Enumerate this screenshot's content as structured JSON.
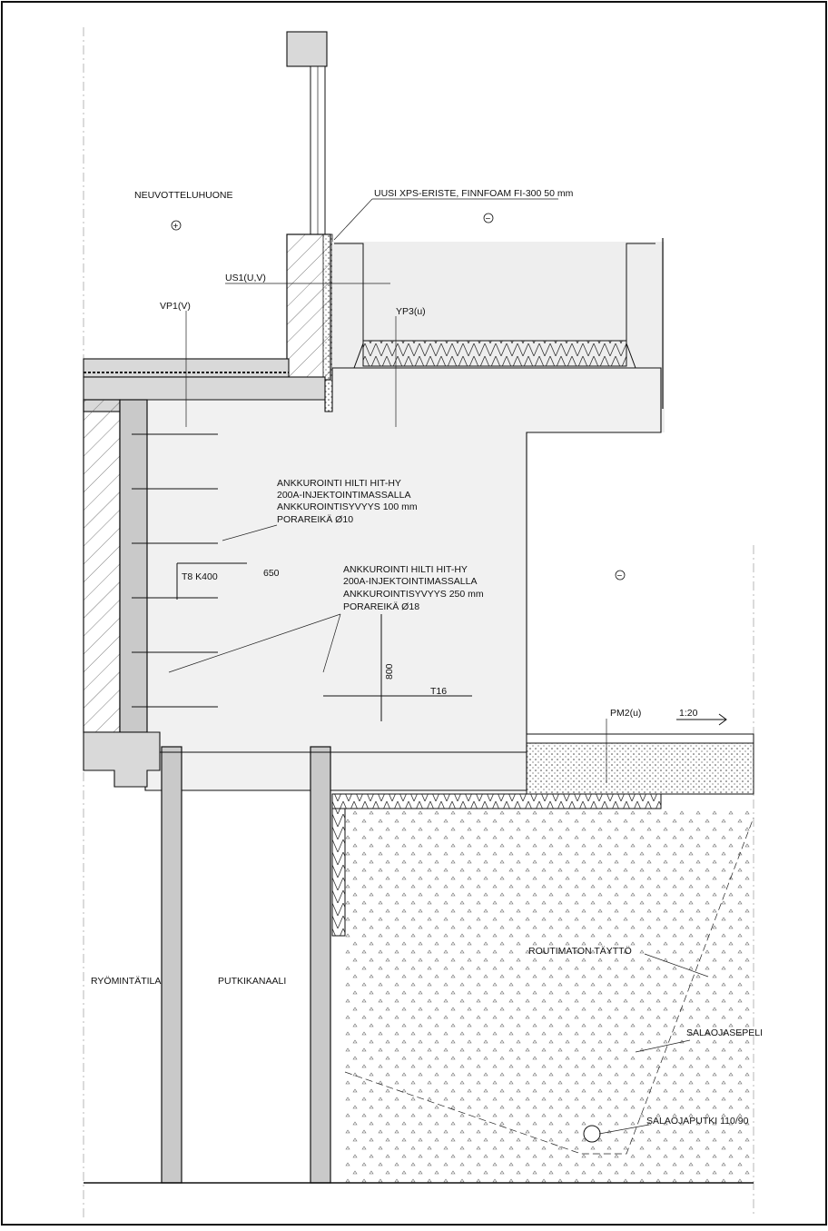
{
  "labels": {
    "room": "NEUVOTTELUHUONE",
    "xps": "UUSI XPS-ERISTE, FINNFOAM FI-300 50 mm",
    "us1": "US1(U,V)",
    "vp1": "VP1(V)",
    "yp3": "YP3(u)",
    "anchor1": [
      "ANKKUROINTI HILTI HIT-HY",
      "200A-INJEKTOINTIMASSALLA",
      "ANKKUROINTISYVYYS 100 mm",
      "PORAREIKÄ Ø10"
    ],
    "anchor2": [
      "ANKKUROINTI HILTI HIT-HY",
      "200A-INJEKTOINTIMASSALLA",
      "ANKKUROINTISYVYYS 250 mm",
      "PORAREIKÄ Ø18"
    ],
    "t8": "T8 K400",
    "dim650": "650",
    "dim800": "800",
    "t16": "T16",
    "pm2": "PM2(u)",
    "slope": "1:20",
    "fill_label": "ROUTIMATON TÄYTTÖ",
    "drain_plate": "SALAOJASEPELI",
    "drain_pipe": "SALAOJAPUTKI 110/90",
    "crawlspace": "RYÖMINTÄTILA",
    "pipe_channel": "PUTKIKANAALI"
  },
  "symbols": {
    "warm": "+",
    "cold": "−"
  },
  "colors": {
    "line": "#111111",
    "concrete": "#d9d9d9",
    "wall": "#c9c9c9"
  }
}
